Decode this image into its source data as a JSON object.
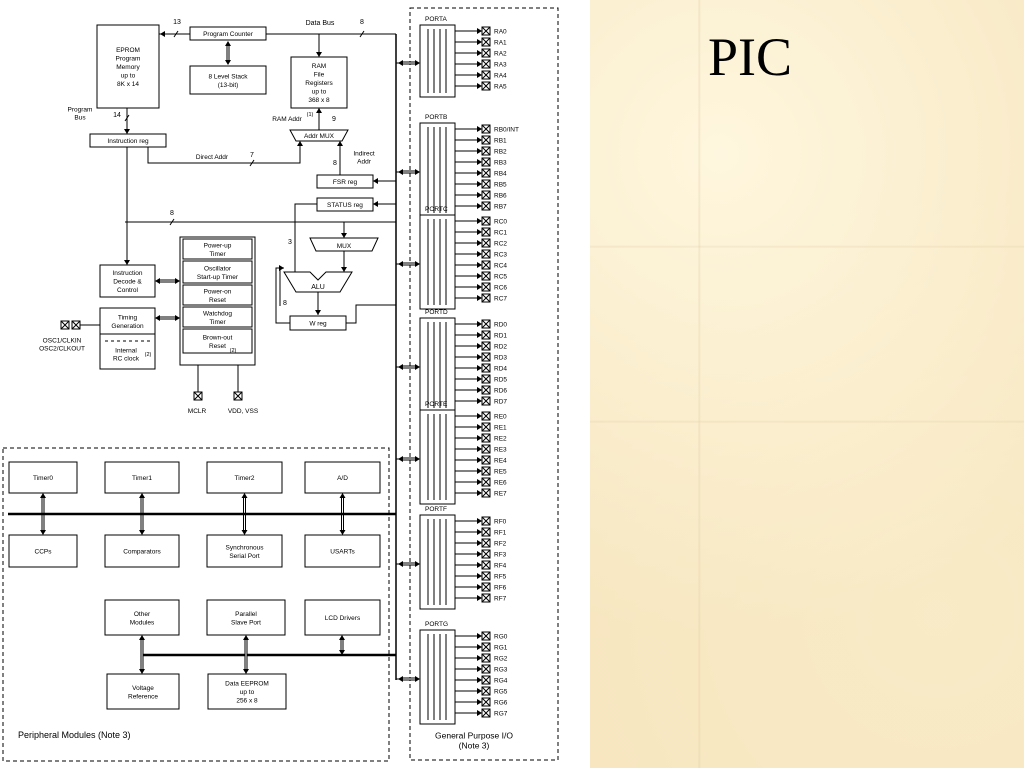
{
  "slide": {
    "title": "PIC"
  },
  "diagram": {
    "eprom": [
      "EPROM",
      "Program",
      "Memory",
      "up to",
      "8K x 14"
    ],
    "program_counter": "Program Counter",
    "stack": [
      "8 Level Stack",
      "(13-bit)"
    ],
    "data_bus": "Data Bus",
    "bus_width_13": "13",
    "bus_width_8_top": "8",
    "ram": [
      "RAM",
      "File",
      "Registers",
      "up to",
      "368 x 8"
    ],
    "ram_addr": "RAM Addr",
    "ram_addr_note": "(1)",
    "ram_addr_width": "9",
    "program_bus": [
      "Program",
      "Bus"
    ],
    "program_bus_width": "14",
    "instruction_reg": "Instruction reg",
    "direct_addr": "Direct Addr",
    "direct_addr_width": "7",
    "addr_mux": "Addr MUX",
    "indirect_addr": [
      "Indirect",
      "Addr"
    ],
    "indirect_width": "8",
    "fsr_reg": "FSR reg",
    "status_reg": "STATUS reg",
    "bus_width_8_mid": "8",
    "mux": "MUX",
    "alu": "ALU",
    "alu_width_3": "3",
    "alu_width_8": "8",
    "w_reg": "W reg",
    "instruction_decode": [
      "Instruction",
      "Decode &",
      "Control"
    ],
    "timing": [
      "Timing",
      "Generation"
    ],
    "internal_rc": [
      "Internal",
      "RC clock"
    ],
    "internal_rc_note": "(2)",
    "osc": [
      "OSC1/CLKIN",
      "OSC2/CLKOUT"
    ],
    "timers": [
      [
        "Power-up",
        "Timer"
      ],
      [
        "Oscillator",
        "Start-up Timer"
      ],
      [
        "Power-on",
        "Reset"
      ],
      [
        "Watchdog",
        "Timer"
      ],
      [
        "Brown-out",
        "Reset"
      ]
    ],
    "brownout_note": "(2)",
    "mclr": "MCLR",
    "vdd_vss": "VDD, VSS",
    "peripheral_row1": [
      "Timer0",
      "Timer1",
      "Timer2",
      "A/D"
    ],
    "peripheral_row2": [
      "CCPs",
      "Comparators",
      [
        "Synchronous",
        "Serial Port"
      ],
      "USARTs"
    ],
    "peripheral_row3": [
      [
        "Other",
        "Modules"
      ],
      [
        "Parallel",
        "Slave Port"
      ],
      "LCD Drivers"
    ],
    "peripheral_row4": [
      [
        "Voltage",
        "Reference"
      ],
      [
        "Data EEPROM",
        "up to",
        "256 x 8"
      ]
    ],
    "peripheral_caption": "Peripheral Modules (Note 3)",
    "gpio_caption": [
      "General Purpose I/O",
      "(Note 3)"
    ],
    "ports": [
      {
        "name": "PORTA",
        "pins": [
          "RA0",
          "RA1",
          "RA2",
          "RA3",
          "RA4",
          "RA5"
        ]
      },
      {
        "name": "PORTB",
        "pins": [
          "RB0/INT",
          "RB1",
          "RB2",
          "RB3",
          "RB4",
          "RB5",
          "RB6",
          "RB7"
        ]
      },
      {
        "name": "PORTC",
        "pins": [
          "RC0",
          "RC1",
          "RC2",
          "RC3",
          "RC4",
          "RC5",
          "RC6",
          "RC7"
        ]
      },
      {
        "name": "PORTD",
        "pins": [
          "RD0",
          "RD1",
          "RD2",
          "RD3",
          "RD4",
          "RD5",
          "RD6",
          "RD7"
        ]
      },
      {
        "name": "PORTE",
        "pins": [
          "RE0",
          "RE1",
          "RE2",
          "RE3",
          "RE4",
          "RE5",
          "RE6",
          "RE7"
        ]
      },
      {
        "name": "PORTF",
        "pins": [
          "RF0",
          "RF1",
          "RF2",
          "RF3",
          "RF4",
          "RF5",
          "RF6",
          "RF7"
        ]
      },
      {
        "name": "PORTG",
        "pins": [
          "RG0",
          "RG1",
          "RG2",
          "RG3",
          "RG4",
          "RG5",
          "RG6",
          "RG7"
        ]
      }
    ]
  }
}
